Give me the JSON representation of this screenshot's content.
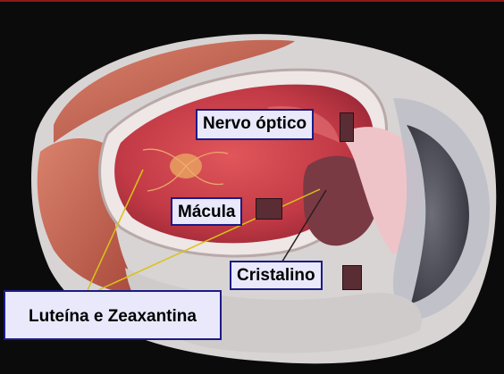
{
  "labels": {
    "optic_nerve": "Nervo óptico",
    "macula": "Mácula",
    "lens": "Cristalino",
    "lutein": "Luteína e Zeaxantina"
  },
  "colors": {
    "background": "#0b0b0b",
    "label_fill": "#e9e9fb",
    "label_border": "#1b1b86",
    "pointer_line": "#d9c21a",
    "retina": "#c94a55",
    "muscle": "#c86a55",
    "sclera": "#dcd8d8"
  }
}
